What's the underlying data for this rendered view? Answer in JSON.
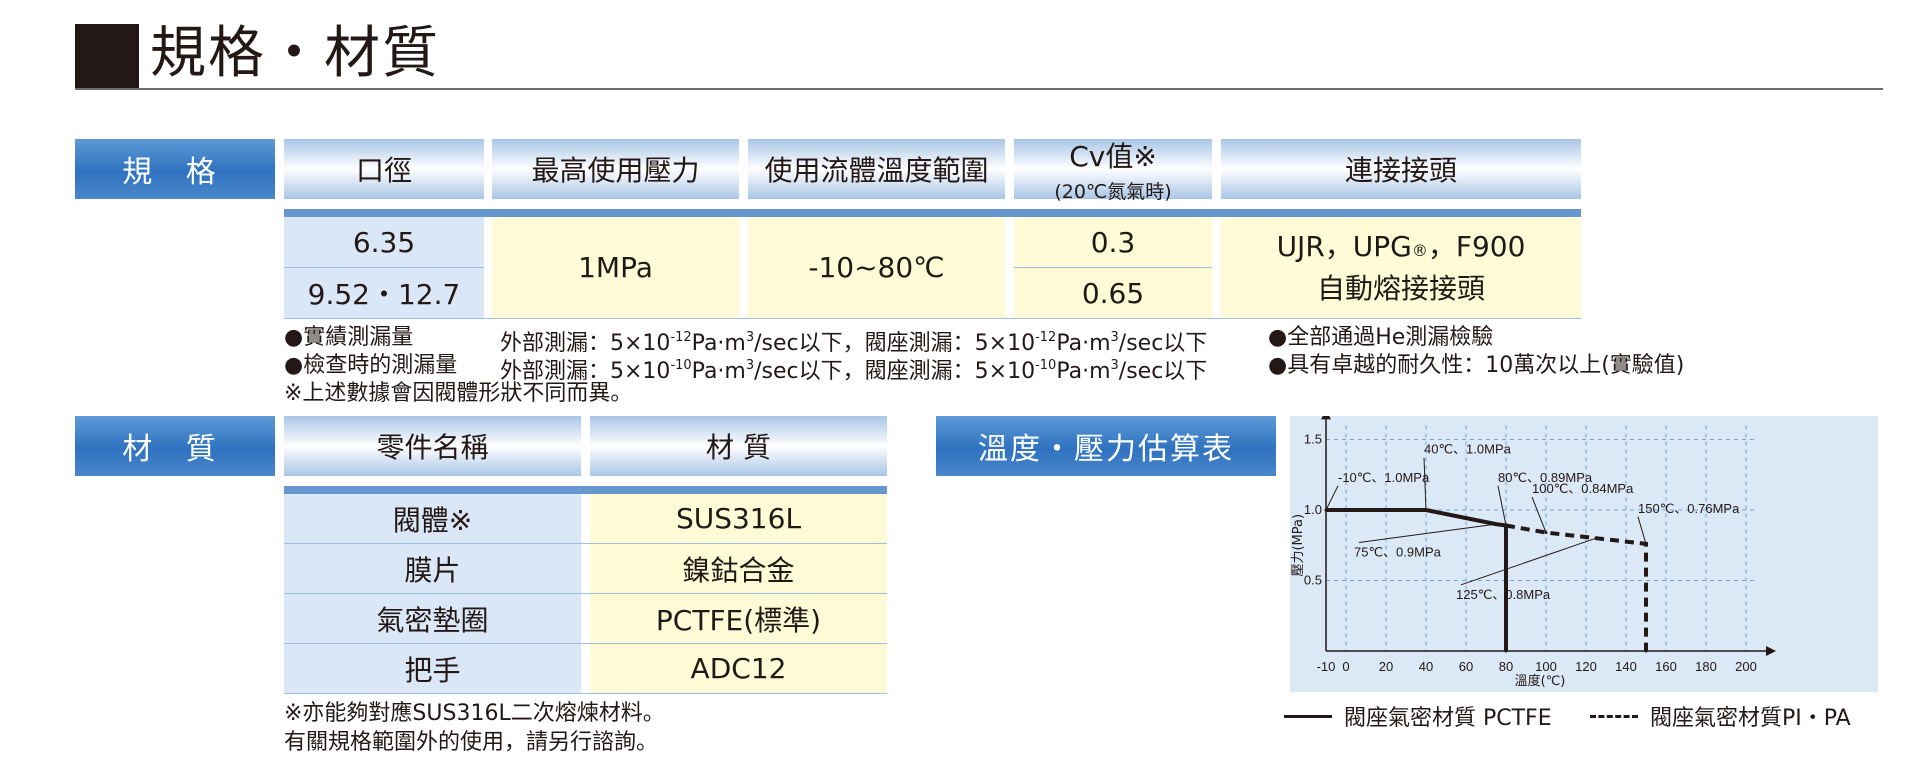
{
  "page_title": "規格・材質",
  "spec": {
    "label": "規 格",
    "headers": {
      "bore": "口徑",
      "max_pressure": "最高使用壓力",
      "temp_range": "使用流體溫度範圍",
      "cv": "Cv值※",
      "cv_sub": "(20℃氮氣時)",
      "connection": "連接接頭"
    },
    "row1_bore": "6.35",
    "row2_bore": "9.52・12.7",
    "max_pressure": "1MPa",
    "temp_range": "-10~80℃",
    "cv_1": "0.3",
    "cv_2": "0.65",
    "connection_line1_a": "UJR，UPG",
    "connection_reg": "®",
    "connection_line1_b": "，F900",
    "connection_line2": "自動熔接接頭"
  },
  "notes": {
    "line1_label": "●實績測漏量",
    "line1_ext_a": "外部測漏：5×10",
    "line1_exp": "-12",
    "line1_ext_b": "Pa·m",
    "cube": "3",
    "line1_ext_c": "/sec以下，閥座測漏：5×10",
    "line1_exp2": "-12",
    "line1_ext_d": "Pa·m",
    "line1_ext_e": "/sec以下",
    "line1_right": "●全部通過He測漏檢驗",
    "line2_label": "●檢查時的測漏量",
    "line2_ext_a": "外部測漏：5×10",
    "line2_exp": "-10",
    "line2_ext_b": "Pa·m",
    "line2_ext_c": "/sec以下，閥座測漏：5×10",
    "line2_exp2": "-10",
    "line2_ext_d": "Pa·m",
    "line2_ext_e": "/sec以下",
    "line2_right": "●具有卓越的耐久性：10萬次以上(實驗值)",
    "line3": "※上述數據會因閥體形狀不同而異。"
  },
  "material": {
    "label": "材 質",
    "header_part": "零件名稱",
    "header_material": "材 質",
    "rows": [
      {
        "part": "閥體※",
        "material": "SUS316L"
      },
      {
        "part": "膜片",
        "material": "鎳鈷合金"
      },
      {
        "part": "氣密墊圈",
        "material": "PCTFE(標準)"
      },
      {
        "part": "把手",
        "material": "ADC12"
      }
    ],
    "note1": "※亦能夠對應SUS316L二次熔煉材料。",
    "note2": "有關規格範圍外的使用，請另行諮詢。"
  },
  "chart_label": "溫度・壓力估算表",
  "chart_data": {
    "type": "line",
    "xlabel": "溫度(℃)",
    "ylabel": "壓力(MPa)",
    "xlim": [
      -10,
      205
    ],
    "ylim": [
      0,
      1.6
    ],
    "xticks": [
      -10,
      0,
      20,
      40,
      60,
      80,
      100,
      120,
      140,
      160,
      180,
      200
    ],
    "yticks": [
      0.5,
      1.0,
      1.5
    ],
    "ytick_labels": [
      "0.5",
      "1.0",
      "1.5"
    ],
    "grid": true,
    "series": [
      {
        "name": "閥座氣密材質 PCTFE",
        "style": "solid",
        "x": [
          -10,
          40,
          75,
          80,
          80
        ],
        "y": [
          1.0,
          1.0,
          0.9,
          0.89,
          0.0
        ]
      },
      {
        "name": "閥座氣密材質PI・PA",
        "style": "dashed",
        "x": [
          80,
          100,
          125,
          150,
          150
        ],
        "y": [
          0.89,
          0.84,
          0.8,
          0.76,
          0.0
        ]
      }
    ],
    "annotations": [
      {
        "text": "40℃、1.0MPa",
        "x": 40,
        "y": 1.0
      },
      {
        "text": "-10℃、1.0MPa",
        "x": -10,
        "y": 1.0
      },
      {
        "text": "80℃、0.89MPa",
        "x": 80,
        "y": 0.89
      },
      {
        "text": "100℃、0.84MPa",
        "x": 100,
        "y": 0.84
      },
      {
        "text": "150℃、0.76MPa",
        "x": 150,
        "y": 0.76
      },
      {
        "text": "75℃、0.9MPa",
        "x": 75,
        "y": 0.9
      },
      {
        "text": "125℃、0.8MPa",
        "x": 125,
        "y": 0.8
      }
    ]
  }
}
